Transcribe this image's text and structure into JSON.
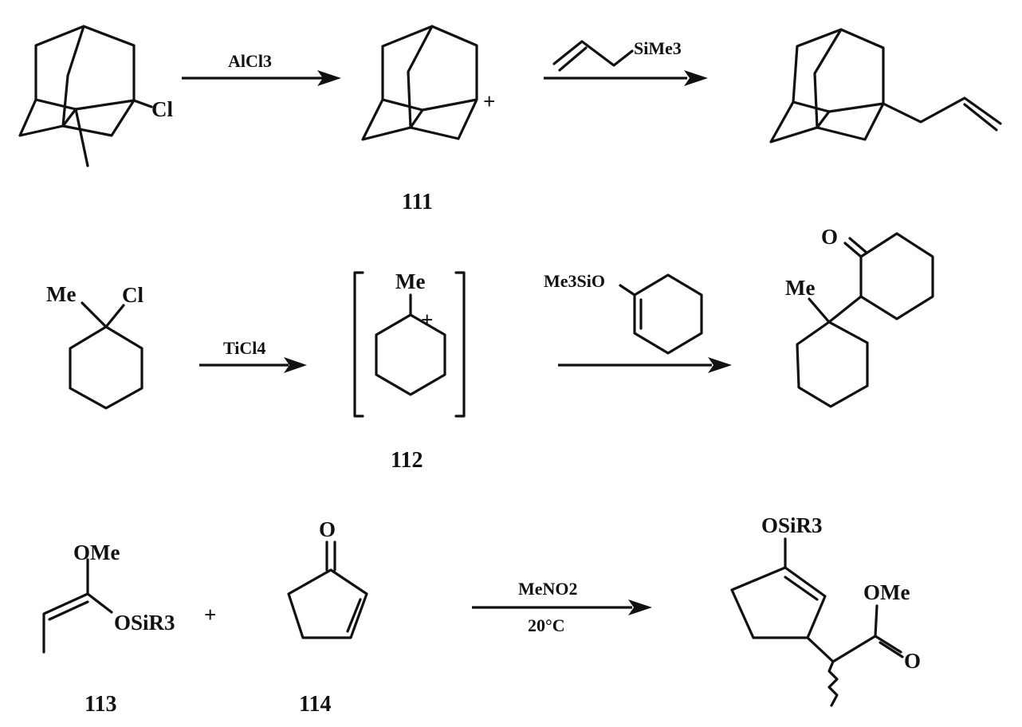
{
  "colors": {
    "ink": "#111111",
    "background": "#ffffff"
  },
  "row1": {
    "reactant_atom": "Cl",
    "reagent": "AlCl3",
    "intermediate_charge": "+",
    "intermediate_label": "111",
    "nucleophile_group": "SiMe3"
  },
  "row2": {
    "reactant_me": "Me",
    "reactant_cl": "Cl",
    "reagent": "TiCl4",
    "intermediate_me": "Me",
    "intermediate_charge": "+",
    "intermediate_label": "112",
    "nucleophile_group": "Me3SiO",
    "product_o": "O",
    "product_me": "Me"
  },
  "row3": {
    "reactant_ome": "OMe",
    "reactant_osi": "OSiR3",
    "reactant_label": "113",
    "plus": "+",
    "enone_o": "O",
    "enone_label": "114",
    "reagent_top": "MeNO2",
    "reagent_bottom": "20°C",
    "product_osi": "OSiR3",
    "product_ome": "OMe",
    "product_o": "O"
  }
}
